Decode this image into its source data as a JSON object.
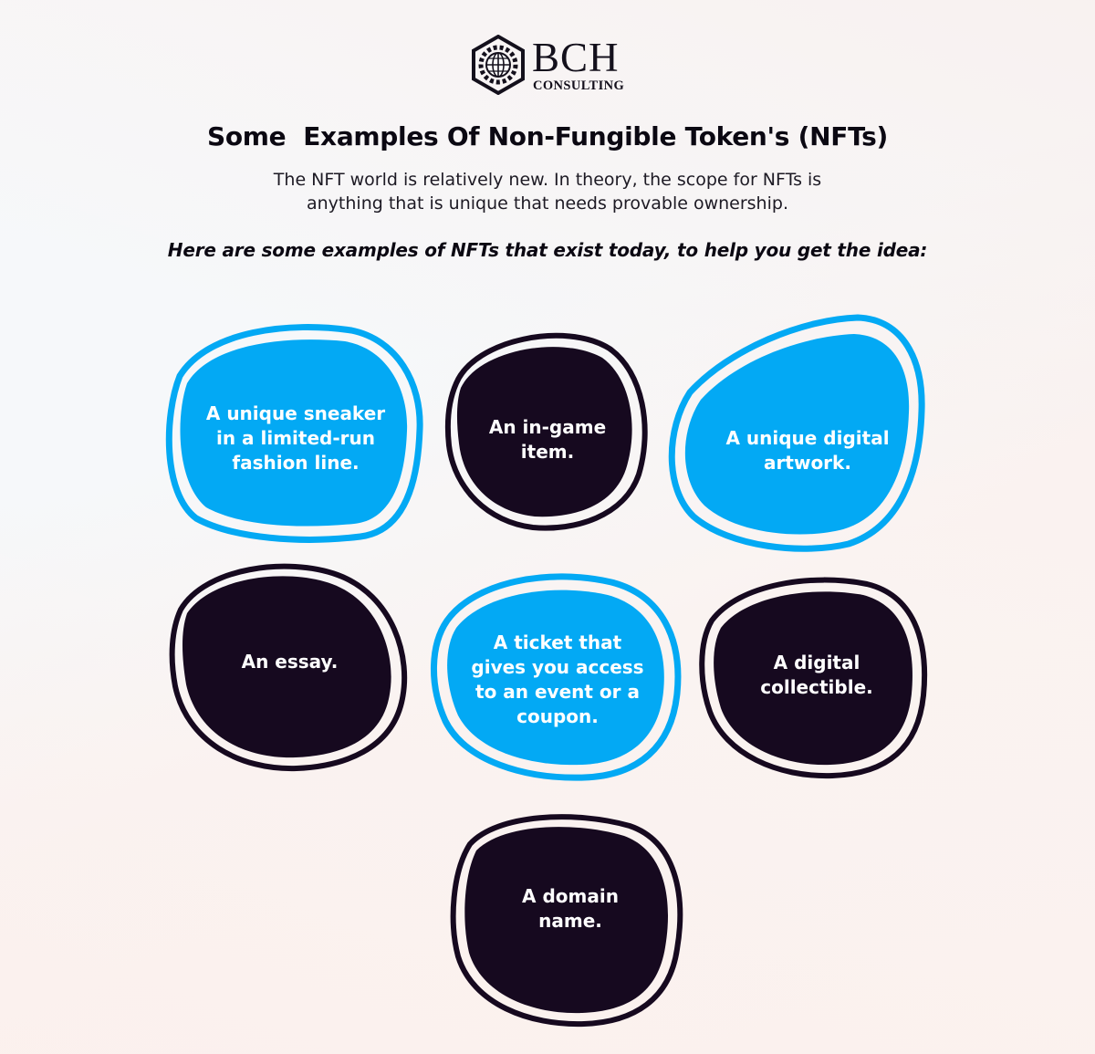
{
  "brand": {
    "name": "BCH",
    "sub": "CONSULTING",
    "logo_icon": "globe-gear-hexagon-icon"
  },
  "title": "Some  Examples Of Non-Fungible Token's (NFTs)",
  "intro": [
    "The NFT world is relatively new. In theory, the scope for NFTs is",
    "anything that is unique that needs provable ownership."
  ],
  "lead": "Here are some examples of NFTs that exist today, to help you get the idea:",
  "colors": {
    "blue": "#03a9f4",
    "dark": "#16091f",
    "text_dark": "#0b0812"
  },
  "examples": [
    {
      "color": "blue",
      "lines": [
        "A unique sneaker",
        "in a limited-run",
        "fashion line."
      ]
    },
    {
      "color": "dark",
      "lines": [
        "An in-game",
        "item."
      ]
    },
    {
      "color": "blue",
      "lines": [
        "A unique digital",
        "artwork."
      ]
    },
    {
      "color": "dark",
      "lines": [
        "An essay."
      ]
    },
    {
      "color": "blue",
      "lines": [
        "A ticket that",
        "gives you access",
        "to an event or a",
        "coupon."
      ]
    },
    {
      "color": "dark",
      "lines": [
        "A digital",
        "collectible."
      ]
    },
    {
      "color": "dark",
      "lines": [
        "A domain",
        "name."
      ]
    }
  ]
}
